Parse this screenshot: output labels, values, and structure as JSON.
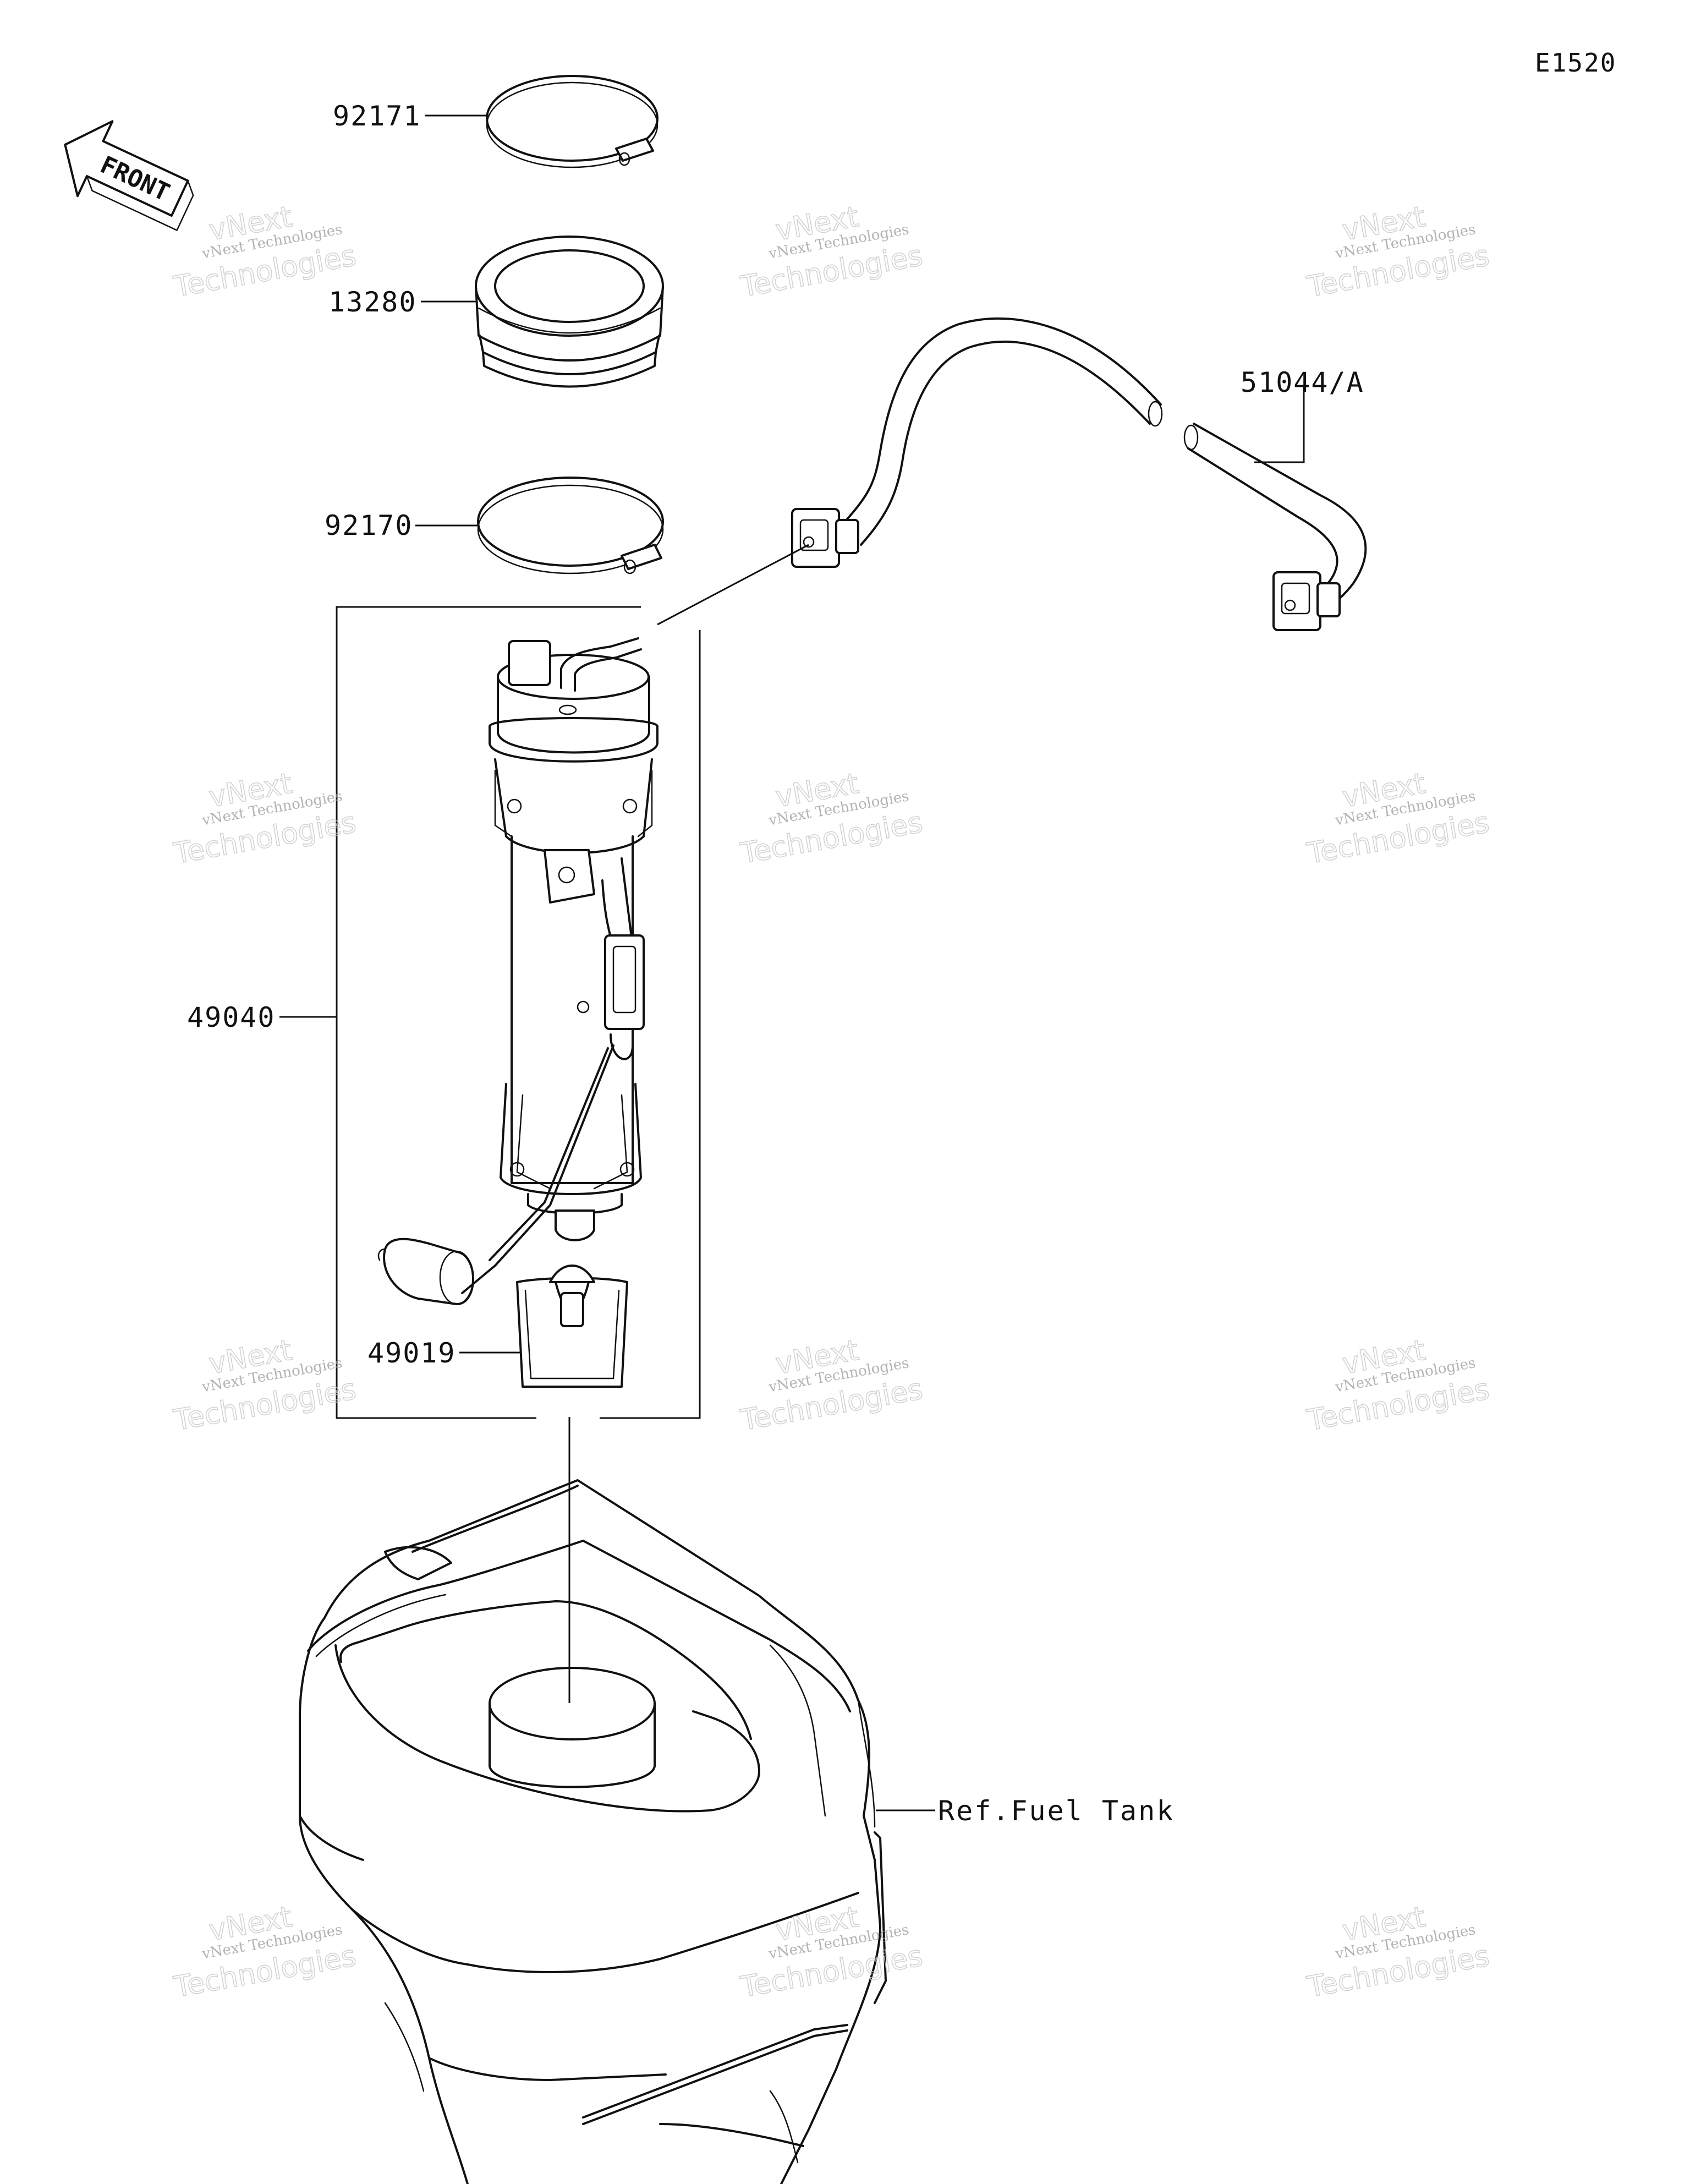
{
  "diagram_code": "E1520",
  "front_label": "FRONT",
  "parts": [
    {
      "number": "92171"
    },
    {
      "number": "13280"
    },
    {
      "number": "92170"
    },
    {
      "number": "51044/A"
    },
    {
      "number": "49040"
    },
    {
      "number": "49019"
    }
  ],
  "reference": "Ref.Fuel Tank",
  "watermark": {
    "line1": "vNext Technologies",
    "line2": "vNext",
    "line3": "Technologies"
  },
  "colors": {
    "ink": "#111111",
    "watermark": "#9a9a9a"
  }
}
